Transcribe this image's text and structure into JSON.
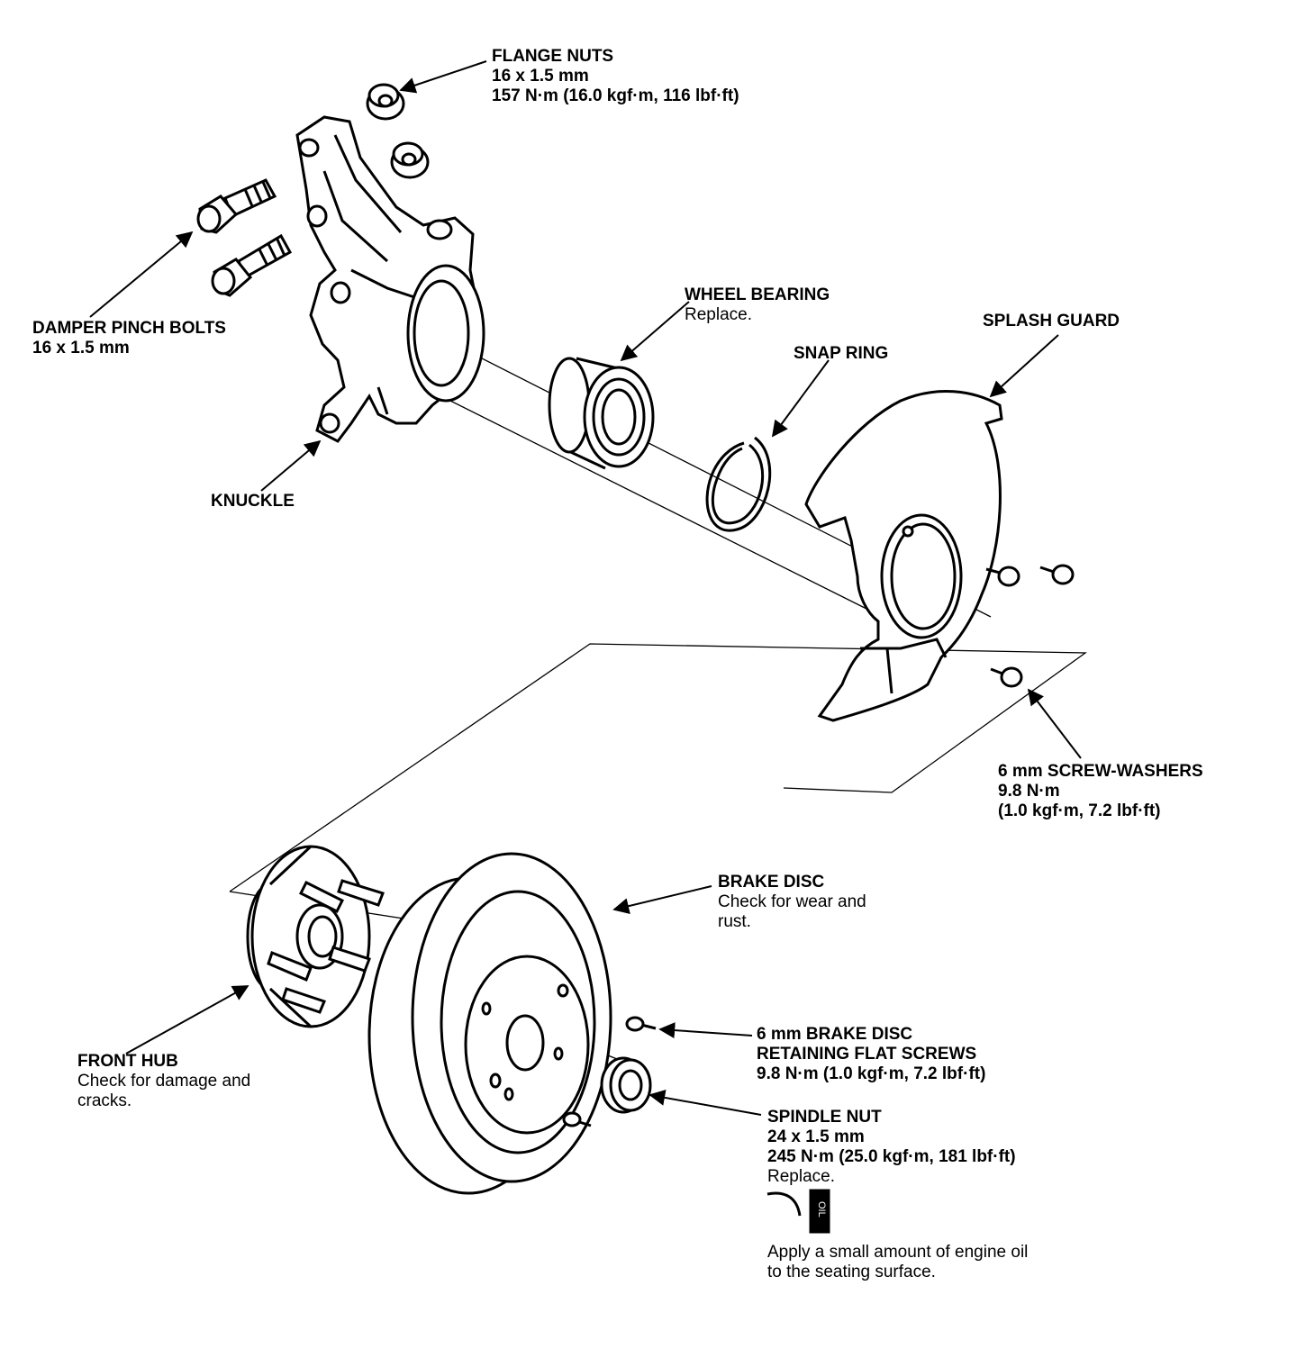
{
  "labels": {
    "flange_nuts": {
      "title": "FLANGE NUTS",
      "lines": [
        "16 x 1.5 mm",
        "157 N·m (16.0 kgf·m, 116 lbf·ft)"
      ]
    },
    "damper_pinch_bolts": {
      "title": "DAMPER PINCH BOLTS",
      "lines": [
        "16 x 1.5 mm"
      ]
    },
    "knuckle": {
      "title": "KNUCKLE"
    },
    "wheel_bearing": {
      "title": "WHEEL BEARING",
      "note": "Replace."
    },
    "snap_ring": {
      "title": "SNAP RING"
    },
    "splash_guard": {
      "title": "SPLASH GUARD"
    },
    "screw_washers": {
      "title": "6 mm SCREW-WASHERS",
      "lines": [
        "9.8 N·m",
        "(1.0 kgf·m, 7.2 lbf·ft)"
      ]
    },
    "brake_disc": {
      "title": "BRAKE DISC",
      "notes": [
        "Check for wear and",
        "rust."
      ]
    },
    "front_hub": {
      "title": "FRONT HUB",
      "notes": [
        "Check for damage and",
        "cracks."
      ]
    },
    "flat_screws": {
      "title_lines": [
        "6 mm BRAKE DISC",
        "RETAINING FLAT SCREWS"
      ],
      "lines": [
        "9.8 N·m (1.0 kgf·m, 7.2 lbf·ft)"
      ]
    },
    "spindle_nut": {
      "title": "SPINDLE NUT",
      "lines": [
        "24 x 1.5 mm",
        "245 N·m (25.0 kgf·m, 181 lbf·ft)"
      ],
      "note": "Replace."
    },
    "oil_note": {
      "lines": [
        "Apply a small amount of engine oil",
        "to the seating surface."
      ],
      "can_text": "OIL"
    }
  }
}
